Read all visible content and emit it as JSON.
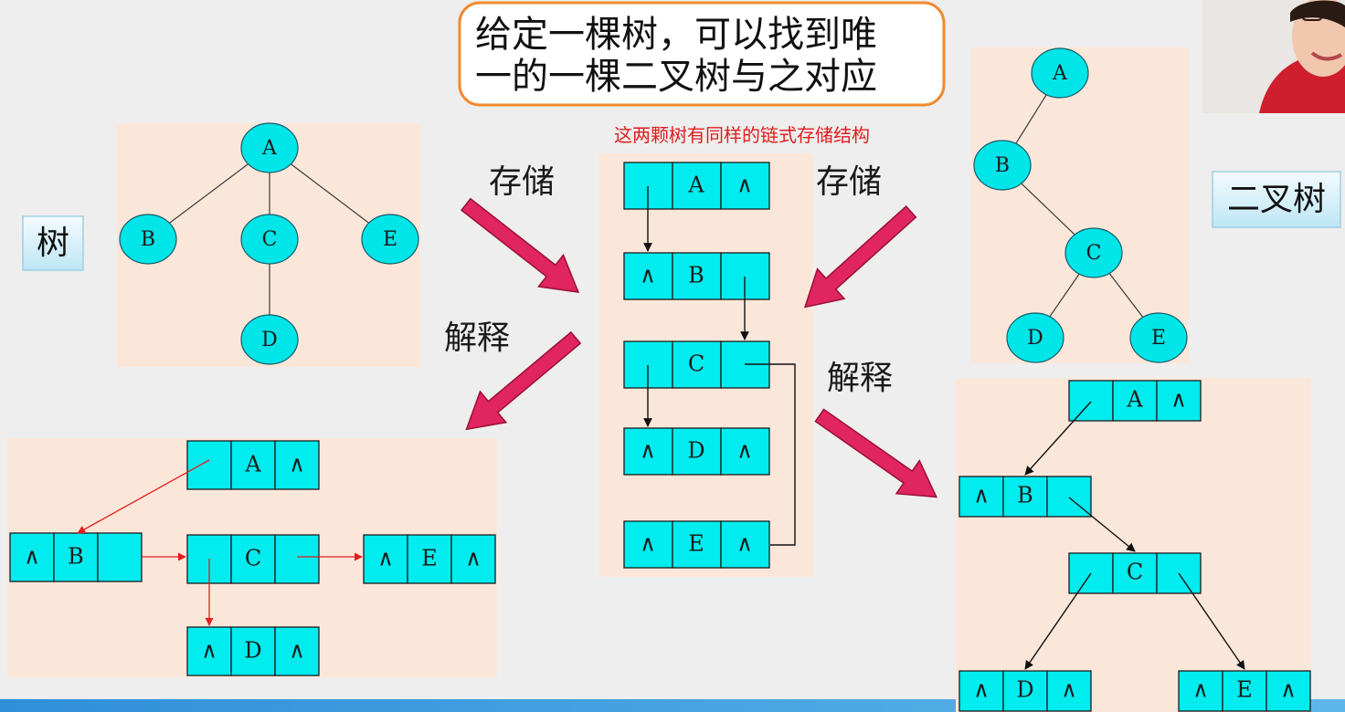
{
  "title_box": {
    "line1": "给定一棵树，可以找到唯",
    "line2": "一的一棵二叉树与之对应"
  },
  "note": "这两颗树有同样的链式存储结构",
  "tags": {
    "tree": "树",
    "binary_tree": "二叉树"
  },
  "labels": {
    "store_left": "存储",
    "store_right": "存储",
    "explain_left": "解释",
    "explain_right": "解释"
  },
  "null_symbol": "∧",
  "tree_nodes": [
    "A",
    "B",
    "C",
    "D",
    "E"
  ],
  "bintree_nodes": [
    "A",
    "B",
    "C",
    "D",
    "E"
  ],
  "middle_storage": [
    {
      "left": "",
      "data": "A",
      "right": "∧"
    },
    {
      "left": "∧",
      "data": "B",
      "right": ""
    },
    {
      "left": "",
      "data": "C",
      "right": ""
    },
    {
      "left": "∧",
      "data": "D",
      "right": "∧"
    },
    {
      "left": "∧",
      "data": "E",
      "right": "∧"
    }
  ],
  "tree_linked": [
    {
      "left": "",
      "data": "A",
      "right": "∧"
    },
    {
      "left": "∧",
      "data": "B",
      "right": ""
    },
    {
      "left": "",
      "data": "C",
      "right": ""
    },
    {
      "left": "∧",
      "data": "E",
      "right": "∧"
    },
    {
      "left": "∧",
      "data": "D",
      "right": "∧"
    }
  ],
  "bintree_linked": [
    {
      "left": "",
      "data": "A",
      "right": "∧"
    },
    {
      "left": "∧",
      "data": "B",
      "right": ""
    },
    {
      "left": "",
      "data": "C",
      "right": ""
    },
    {
      "left": "∧",
      "data": "D",
      "right": "∧"
    },
    {
      "left": "∧",
      "data": "E",
      "right": "∧"
    }
  ],
  "colors": {
    "node_fill": "#00e5e8",
    "panel": "#fbe7da",
    "title_border": "#f08a2e",
    "arrow": "#e02560",
    "red_link": "#e11d1d"
  }
}
